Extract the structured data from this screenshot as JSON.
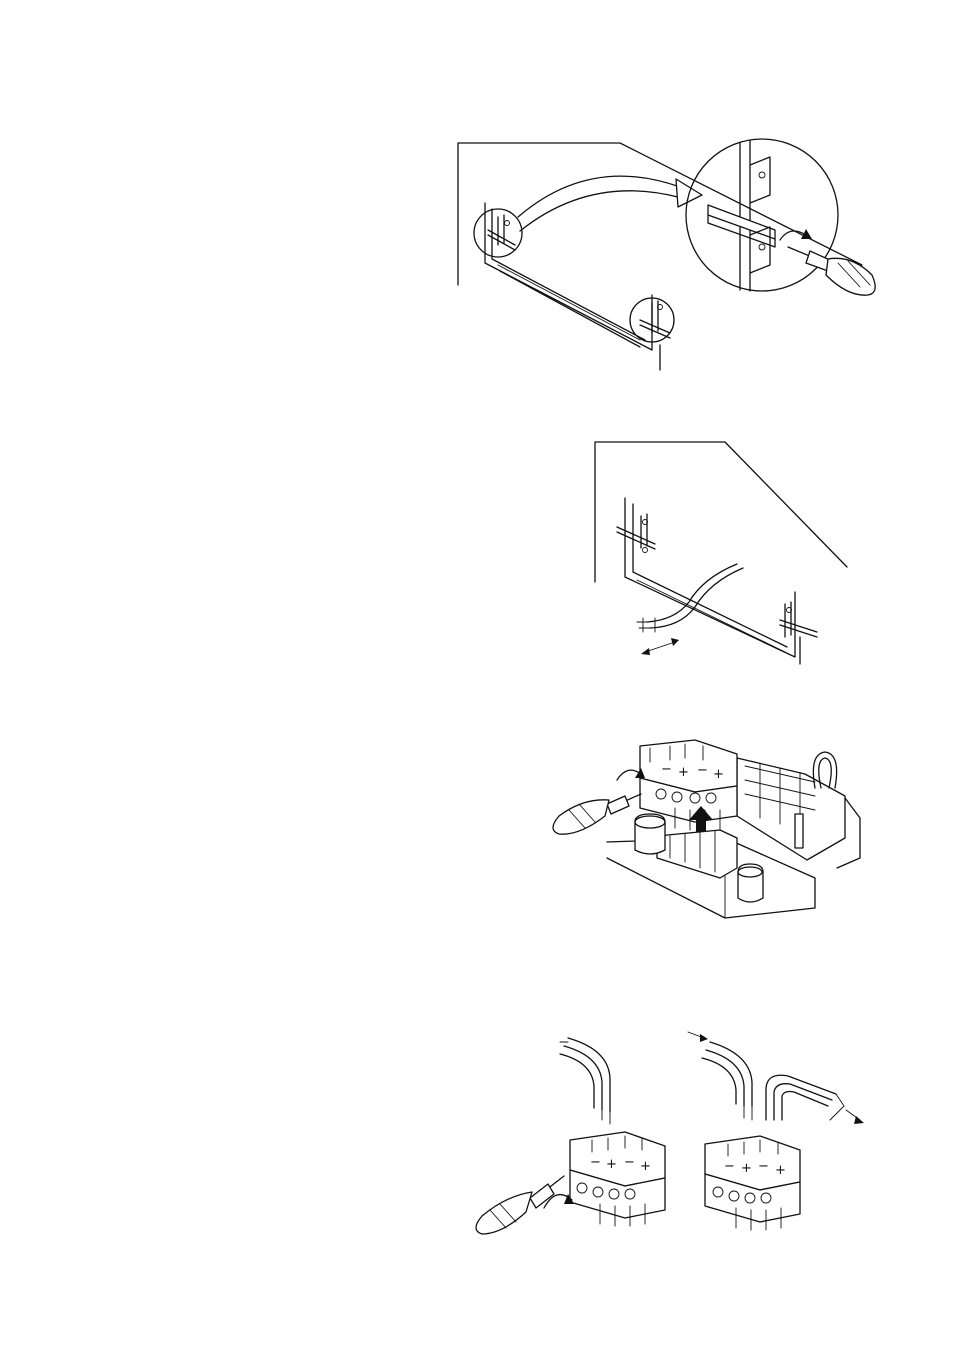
{
  "page": {
    "background": "#ffffff",
    "line_color": "#111111"
  },
  "figures": [
    {
      "icon": "panel-brackets-screwdriver-illustration"
    },
    {
      "icon": "panel-cable-strip-length-illustration"
    },
    {
      "icon": "connector-removal-illustration"
    },
    {
      "icon": "connector-wiring-illustration"
    }
  ],
  "connector_markings": {
    "minus": "−",
    "plus": "+"
  }
}
